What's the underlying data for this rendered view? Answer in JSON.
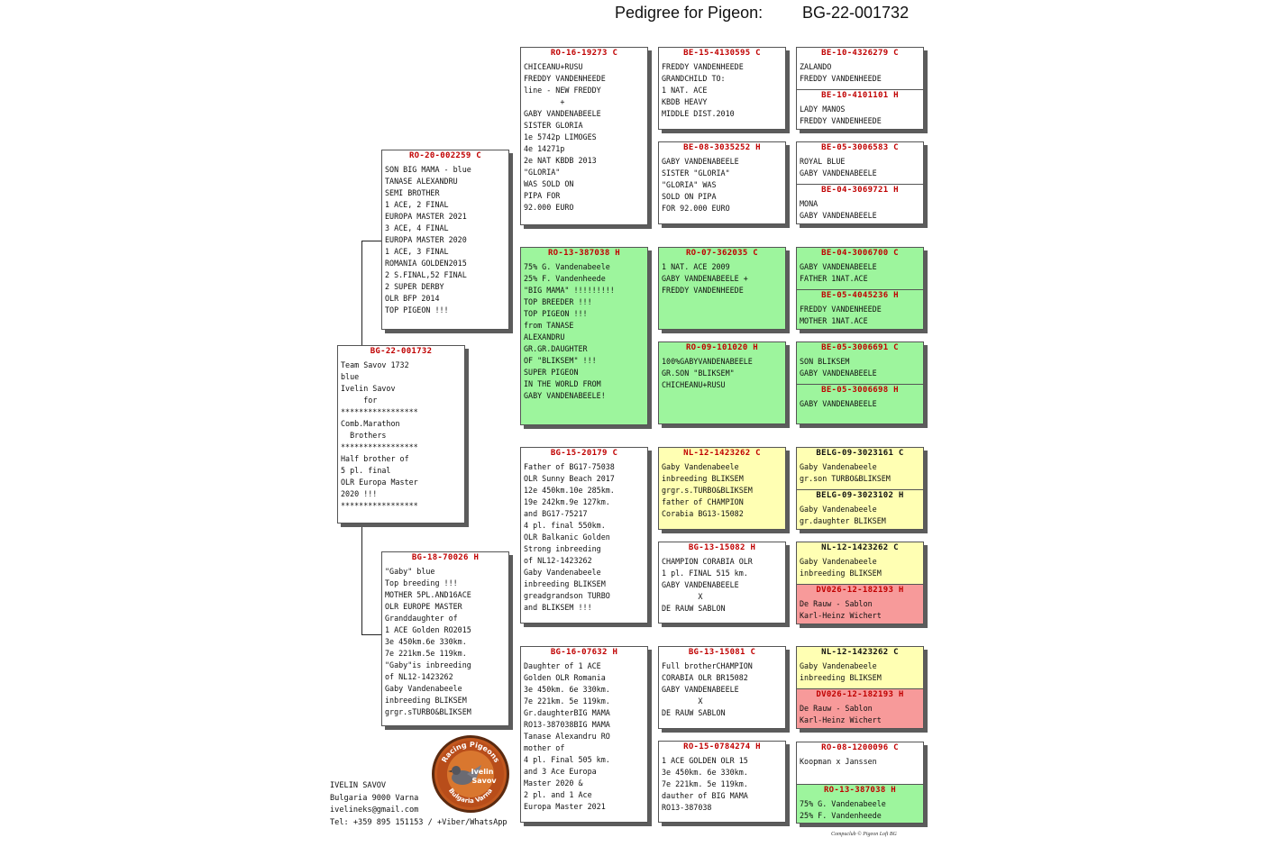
{
  "title": {
    "prefix": "Pedigree for Pigeon:",
    "id": "BG-22-001732"
  },
  "subject": {
    "id": "BG-22-001732",
    "text": "Team Savov 1732\nblue\nIvelin Savov\n     for\n*****************\nComb.Marathon\n  Brothers\n*****************\nHalf brother of\n5 pl. final\nOLR Europa Master\n2020 !!!\n*****************"
  },
  "sire": {
    "id": "RO-20-002259 C",
    "text": "SON BIG MAMA - blue\nTANASE ALEXANDRU\nSEMI BROTHER\n1 ACE, 2 FINAL\nEUROPA MASTER 2021\n3 ACE, 4 FINAL\nEUROPA MASTER 2020\n1 ACE, 3 FINAL\nROMANIA GOLDEN2015\n2 S.FINAL,52 FINAL\n2 SUPER DERBY\nOLR BFP 2014\nTOP PIGEON !!!"
  },
  "dam": {
    "id": "BG-18-70026 H",
    "text": "\"Gaby\" blue\nTop breeding !!!\nMOTHER 5PL.AND16ACE\nOLR EUROPE MASTER\nGranddaughter of\n1 ACE Golden RO2015\n3e 450km.6e 330km.\n7e 221km.5e 119km.\n\"Gaby\"is inbreeding\nof NL12-1423262\nGaby Vandenabeele\ninbreeding BLIKSEM\ngrgr.sTURBO&BLIKSEM"
  },
  "gen2": [
    {
      "id": "RO-16-19273 C",
      "text": "CHICEANU+RUSU\nFREDDY VANDENHEEDE\nline - NEW FREDDY\n        +\nGABY VANDENABEELE\nSISTER GLORIA\n1e 5742p LIMOGES\n4e 14271p\n2e NAT KBDB 2013\n\"GLORIA\"\nWAS SOLD ON\nPIPA FOR\n92.000 EURO"
    },
    {
      "id": "RO-13-387038 H",
      "text": "75% G. Vandenabeele\n25% F. Vandenheede\n\"BIG MAMA\" !!!!!!!!!\nTOP BREEDER !!!\nTOP PIGEON !!!\nfrom TANASE\nALEXANDRU\nGR.GR.DAUGHTER\nOF \"BLIKSEM\" !!!\nSUPER PIGEON\nIN THE WORLD FROM\nGABY VANDENABEELE!"
    },
    {
      "id": "BG-15-20179 C",
      "text": "Father of BG17-75038\nOLR Sunny Beach 2017\n12e 450km.10e 285km.\n19e 242km.9e 127km.\nand BG17-75217\n4 pl. final 550km.\nOLR Balkanic Golden\nStrong inbreeding\nof NL12-1423262\nGaby Vandenabeele\ninbreeding BLIKSEM\ngreadgrandson TURBO\nand BLIKSEM !!!"
    },
    {
      "id": "BG-16-07632 H",
      "text": "Daughter of 1 ACE\nGolden OLR Romania\n3e 450km. 6e 330km.\n7e 221km. 5e 119km.\nGr.daughterBIG MAMA\nRO13-387038BIG MAMA\nTanase Alexandru RO\nmother of\n4 pl. Final 505 km.\nand 3 Ace Europa\nMaster 2020 &\n2 pl. and 1 Ace\nEuropa Master 2021"
    }
  ],
  "gen3": [
    {
      "id": "BE-15-4130595 C",
      "text": "FREDDY VANDENHEEDE\nGRANDCHILD TO:\n1 NAT. ACE\nKBDB HEAVY\nMIDDLE DIST.2010"
    },
    {
      "id": "BE-08-3035252 H",
      "text": "GABY VANDENABEELE\nSISTER \"GLORIA\"\n\"GLORIA\" WAS\nSOLD ON PIPA\nFOR 92.000 EURO"
    },
    {
      "id": "RO-07-362035 C",
      "text": "1 NAT. ACE 2009\nGABY VANDENABEELE +\nFREDDY VANDENHEEDE"
    },
    {
      "id": "RO-09-101020 H",
      "text": "100%GABYVANDENABEELE\nGR.SON \"BLIKSEM\"\nCHICHEANU+RUSU"
    },
    {
      "id": "NL-12-1423262 C",
      "text": "Gaby Vandenabeele\ninbreeding BLIKSEM\ngrgr.s.TURBO&BLIKSEM\nfather of CHAMPION\nCorabia BG13-15082"
    },
    {
      "id": "BG-13-15082 H",
      "text": "CHAMPION CORABIA OLR\n1 pl. FINAL 515 km.\nGABY VANDENABEELE\n        X\nDE RAUW SABLON"
    },
    {
      "id": "BG-13-15081 C",
      "text": "Full brotherCHAMPION\nCORABIA OLR BR15082\nGABY VANDENABEELE\n        X\nDE RAUW SABLON"
    },
    {
      "id": "RO-15-0784274 H",
      "text": "1 ACE GOLDEN OLR 15\n3e 450km. 6e 330km.\n7e 221km. 5e 119km.\ndauther of BIG MAMA\nRO13-387038"
    }
  ],
  "gen4": [
    {
      "id": "BE-10-4326279 C",
      "text": "ZALANDO\nFREDDY VANDENHEEDE"
    },
    {
      "id": "BE-10-4101101 H",
      "text": "LADY MANOS\nFREDDY VANDENHEEDE"
    },
    {
      "id": "BE-05-3006583 C",
      "text": "ROYAL BLUE\nGABY VANDENABEELE"
    },
    {
      "id": "BE-04-3069721 H",
      "text": "MONA\nGABY VANDENABEELE"
    },
    {
      "id": "BE-04-3006700 C",
      "text": "GABY VANDENABEELE\nFATHER 1NAT.ACE"
    },
    {
      "id": "BE-05-4045236 H",
      "text": "FREDDY VANDENHEEDE\nMOTHER 1NAT.ACE"
    },
    {
      "id": "BE-05-3006691 C",
      "text": "SON BLIKSEM\nGABY VANDENABEELE"
    },
    {
      "id": "BE-05-3006698 H",
      "text": "GABY VANDENABEELE"
    },
    {
      "id": "BELG-09-3023161 C",
      "text": "Gaby Vandenabeele\ngr.son TURBO&BLIKSEM"
    },
    {
      "id": "BELG-09-3023102 H",
      "text": "Gaby Vandenabeele\ngr.daughter BLIKSEM"
    },
    {
      "id": "NL-12-1423262 C",
      "text": "Gaby Vandenabeele\ninbreeding BLIKSEM"
    },
    {
      "id": "DV026-12-182193 H",
      "text": "De Rauw - Sablon\nKarl-Heinz Wichert"
    },
    {
      "id": "NL-12-1423262 C",
      "text": "Gaby Vandenabeele\ninbreeding BLIKSEM"
    },
    {
      "id": "DV026-12-182193 H",
      "text": "De Rauw - Sablon\nKarl-Heinz Wichert"
    },
    {
      "id": "RO-08-1200096 C",
      "text": "Koopman x Janssen"
    },
    {
      "id": "RO-13-387038 H",
      "text": "75% G. Vandenabeele\n25% F. Vandenheede"
    }
  ],
  "owner": "IVELIN SAVOV\nBulgaria 9000 Varna\nivelineks@gmail.com\nTel: +359 895 151153 / +Viber/WhatsApp",
  "logo": {
    "top": "Racing Pigeons",
    "name1": "Ivelin",
    "name2": "Savov",
    "bottom": "Bulgaria Varna"
  },
  "credit": "Compuclub © Pigeon Loft BG",
  "colors": {
    "header_red": "#c00000",
    "green": "#9df59d",
    "yellow": "#ffffb3",
    "pink": "#f79a9a",
    "shadow": "#5c5c5c"
  }
}
